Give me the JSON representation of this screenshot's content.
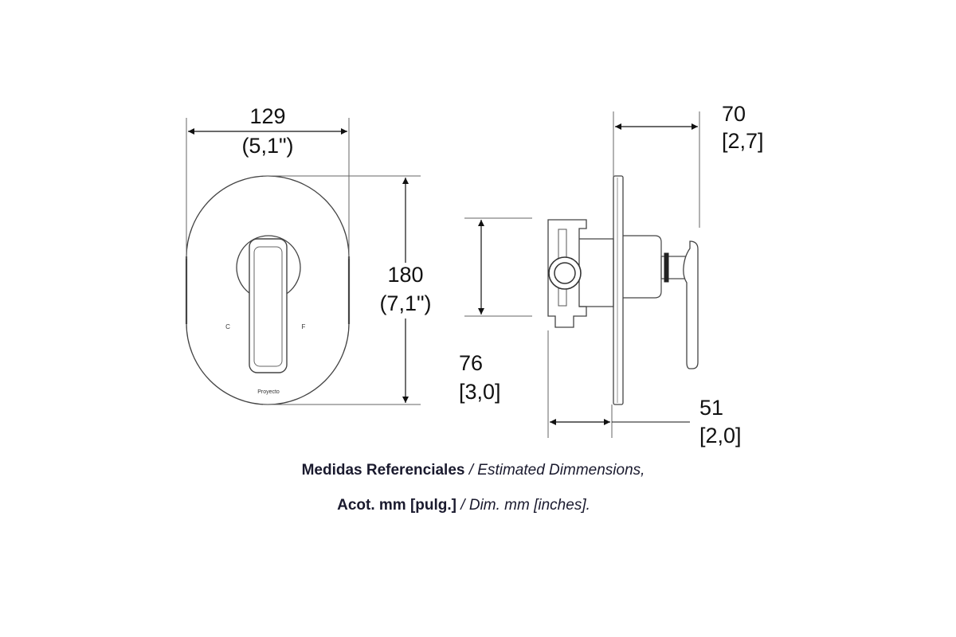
{
  "front_view": {
    "width_mm": "129",
    "width_in": "(5,1\")",
    "height_mm": "180",
    "height_in": "(7,1\")",
    "label_cold": "C",
    "label_hot": "F",
    "brand": "Proyecto"
  },
  "side_view": {
    "depth_total_mm": "70",
    "depth_total_in": "[2,7]",
    "body_height_mm": "76",
    "body_height_in": "[3,0]",
    "body_depth_mm": "51",
    "body_depth_in": "[2,0]"
  },
  "caption": {
    "line1_bold": "Medidas Referenciales",
    "line1_italic": " / Estimated Dimmensions,",
    "line2_bold": "Acot. mm [pulg.]",
    "line2_italic": " / Dim. mm [inches]."
  },
  "colors": {
    "line": "#444444",
    "text": "#111111",
    "caption": "#1a1a2e"
  }
}
